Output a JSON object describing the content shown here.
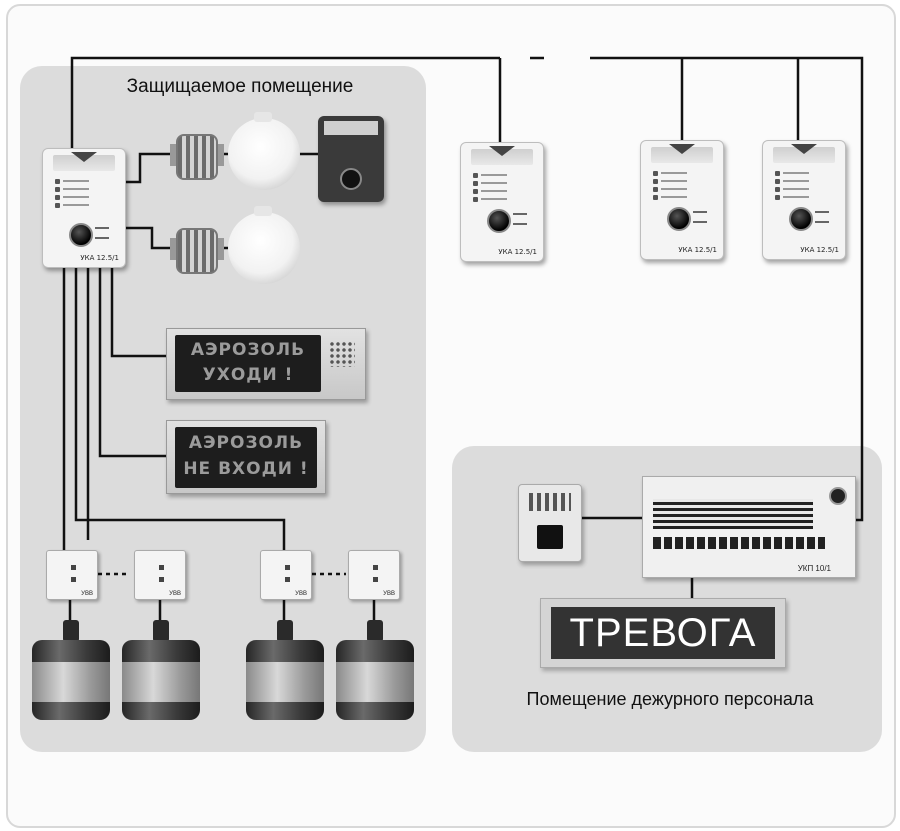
{
  "zones": {
    "protected_room": "Защищаемое помещение",
    "duty_room": "Помещение дежурного персонала"
  },
  "uka_units": [
    {
      "model": "УКА 12.5/1"
    },
    {
      "model": "УКА 12.5/1"
    },
    {
      "model": "УКА 12.5/1"
    },
    {
      "model": "УКА 12.5/1"
    }
  ],
  "panels": {
    "exit_sign_1": {
      "line1": "АЭРОЗОЛЬ",
      "line2": "УХОДИ !"
    },
    "exit_sign_2": {
      "line1": "АЭРОЗОЛЬ",
      "line2": "НЕ ВХОДИ !"
    },
    "alarm": "ТРЕВОГА"
  },
  "ukp": {
    "model": "УКП 10/1"
  },
  "modules": [
    "УВВ",
    "УВВ",
    "УВВ",
    "УВВ"
  ],
  "icons": [
    "smoke-detector-icon",
    "relay-icon",
    "aerosol-generator-icon",
    "power-supply-icon"
  ]
}
